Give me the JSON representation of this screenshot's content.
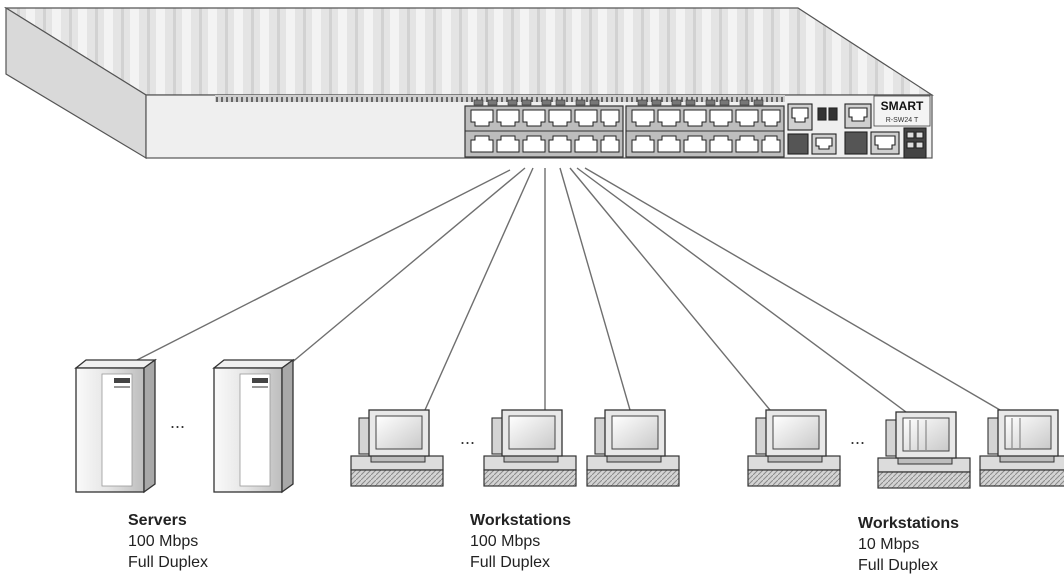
{
  "switch": {
    "brand_label": "SMART",
    "model_label": "R-SW24 T"
  },
  "ellipsis": "...",
  "groups": [
    {
      "title": "Servers",
      "speed": "100 Mbps",
      "duplex": "Full Duplex"
    },
    {
      "title": "Workstations",
      "speed": "100 Mbps",
      "duplex": "Full Duplex"
    },
    {
      "title": "Workstations",
      "speed": "10 Mbps",
      "duplex": "Full Duplex"
    }
  ]
}
